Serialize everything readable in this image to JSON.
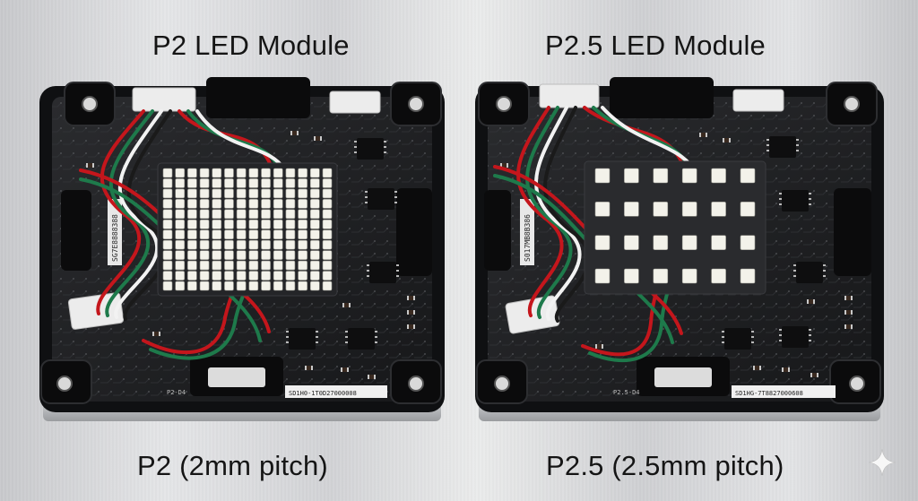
{
  "modules": [
    {
      "title": "P2 LED Module",
      "pitch_caption": "P2 (2mm pitch)",
      "barcode_text": "SD1H0-1T0D27000008",
      "side_label": "SG7E8888388",
      "corner_code": "P2-D4",
      "led_grid": {
        "rows": 12,
        "cols": 14
      },
      "wire_colors": [
        "#c4161c",
        "#1e7a4b",
        "#f2f2f2",
        "#1a1a1a"
      ]
    },
    {
      "title": "P2.5 LED Module",
      "pitch_caption": "P2.5 (2.5mm pitch)",
      "barcode_text": "SD1HG-7T8827000608",
      "side_label": "S017MB8B386",
      "corner_code": "P2.5-D4",
      "led_grid": {
        "rows": 4,
        "cols": 6
      },
      "wire_colors": [
        "#c4161c",
        "#1e7a4b",
        "#f2f2f2",
        "#1a1a1a"
      ]
    }
  ],
  "colors": {
    "pcb": "#1d1e20",
    "frame": "#111214",
    "connector": "#ececec",
    "led": "#f3f2ea"
  },
  "watermark_icon": "sparkle-icon"
}
